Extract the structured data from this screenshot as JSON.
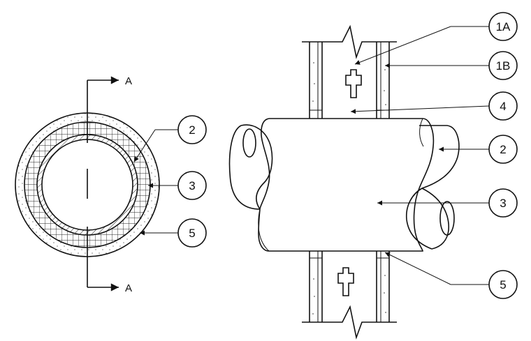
{
  "section_mark": "A",
  "callouts": [
    {
      "id": "c2-left",
      "label": "2"
    },
    {
      "id": "c3-left",
      "label": "3"
    },
    {
      "id": "c5-left",
      "label": "5"
    },
    {
      "id": "c1a",
      "label": "1A"
    },
    {
      "id": "c1b",
      "label": "1B"
    },
    {
      "id": "c4",
      "label": "4"
    },
    {
      "id": "c2-right",
      "label": "2"
    },
    {
      "id": "c3-right",
      "label": "3"
    },
    {
      "id": "c5-right",
      "label": "5"
    }
  ],
  "colors": {
    "line": "#111111",
    "background": "#ffffff"
  }
}
